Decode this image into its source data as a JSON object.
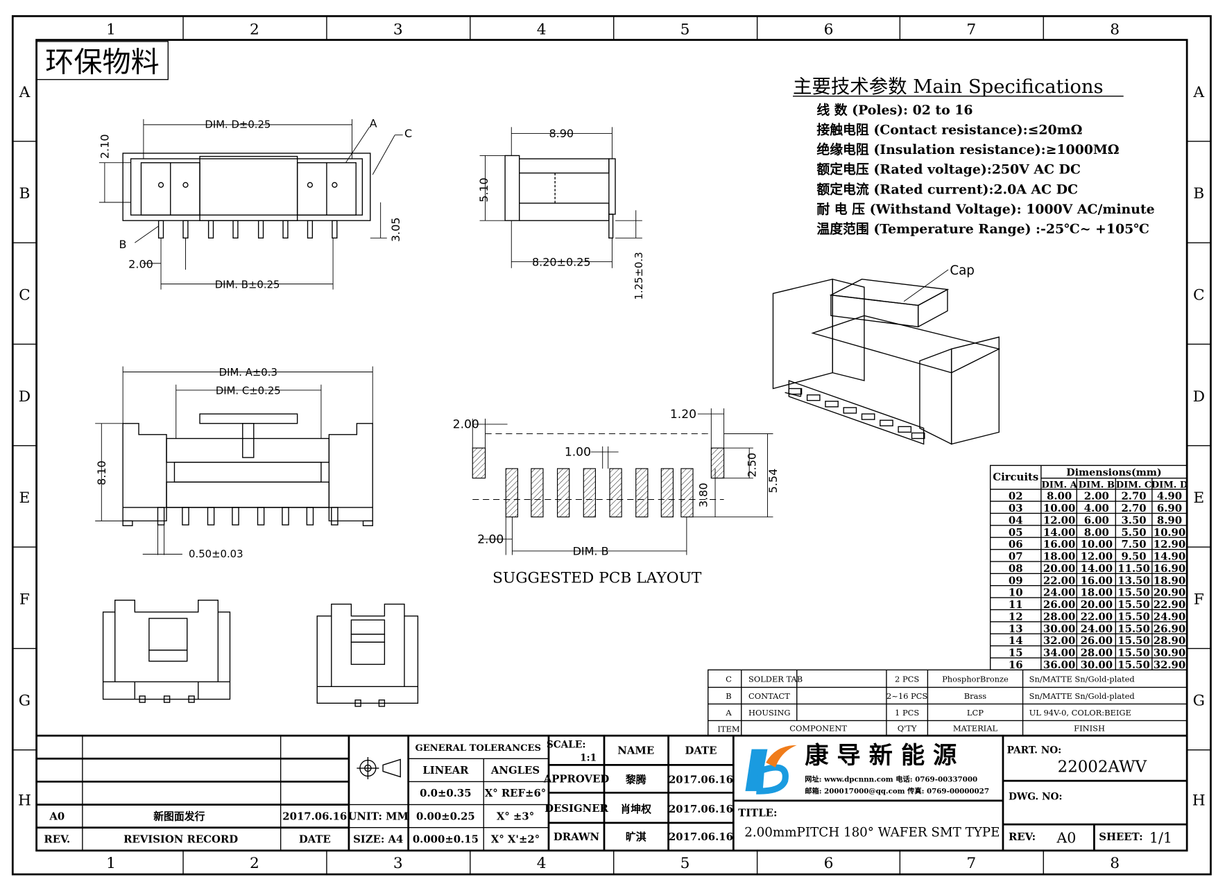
{
  "sheet": {
    "columns": [
      "1",
      "2",
      "3",
      "4",
      "5",
      "6",
      "7",
      "8"
    ],
    "rows": [
      "A",
      "B",
      "C",
      "D",
      "E",
      "F",
      "G",
      "H"
    ],
    "stamp": "环保物料"
  },
  "specs": {
    "title": "主要技术参数 Main Specifications",
    "lines": [
      "线    数 (Poles): 02 to 16",
      "接触电阻 (Contact resistance):≤20mΩ",
      "绝缘电阻 (Insulation resistance):≥1000MΩ",
      "额定电压 (Rated voltage):250V AC DC",
      "额定电流 (Rated current):2.0A AC DC",
      "耐 电 压 (Withstand Voltage): 1000V AC/minute",
      "温度范围 (Temperature Range) :-25℃~ +105℃"
    ]
  },
  "dims": {
    "top_d": "DIM. D±0.25",
    "top_a": "A",
    "top_c": "C",
    "top_210": "2.10",
    "top_305": "3.05",
    "top_b": "B",
    "top_200": "2.00",
    "top_dimb": "DIM. B±0.25",
    "side_890": "8.90",
    "side_510": "5.10",
    "side_820": "8.20±0.25",
    "side_125": "1.25±0.3",
    "cap": "Cap",
    "front_a": "DIM. A±0.3",
    "front_c": "DIM. C±0.25",
    "front_810": "8.10",
    "front_050": "0.50±0.03",
    "pcb_200a": "2.00",
    "pcb_120": "1.20",
    "pcb_100": "1.00",
    "pcb_250": "2.50",
    "pcb_554": "5.54",
    "pcb_380": "3.80",
    "pcb_200b": "2.00",
    "pcb_dimb": "DIM. B",
    "pcb_caption": "SUGGESTED PCB LAYOUT"
  },
  "dim_table": {
    "circuits_label": "Circuits",
    "group_label": "Dimensions(mm)",
    "headers": [
      "DIM. A",
      "DIM. B",
      "DIM. C",
      "DIM. D"
    ],
    "rows": [
      [
        "02",
        "8.00",
        "2.00",
        "2.70",
        "4.90"
      ],
      [
        "03",
        "10.00",
        "4.00",
        "2.70",
        "6.90"
      ],
      [
        "04",
        "12.00",
        "6.00",
        "3.50",
        "8.90"
      ],
      [
        "05",
        "14.00",
        "8.00",
        "5.50",
        "10.90"
      ],
      [
        "06",
        "16.00",
        "10.00",
        "7.50",
        "12.90"
      ],
      [
        "07",
        "18.00",
        "12.00",
        "9.50",
        "14.90"
      ],
      [
        "08",
        "20.00",
        "14.00",
        "11.50",
        "16.90"
      ],
      [
        "09",
        "22.00",
        "16.00",
        "13.50",
        "18.90"
      ],
      [
        "10",
        "24.00",
        "18.00",
        "15.50",
        "20.90"
      ],
      [
        "11",
        "26.00",
        "20.00",
        "15.50",
        "22.90"
      ],
      [
        "12",
        "28.00",
        "22.00",
        "15.50",
        "24.90"
      ],
      [
        "13",
        "30.00",
        "24.00",
        "15.50",
        "26.90"
      ],
      [
        "14",
        "32.00",
        "26.00",
        "15.50",
        "28.90"
      ],
      [
        "15",
        "34.00",
        "28.00",
        "15.50",
        "30.90"
      ],
      [
        "16",
        "36.00",
        "30.00",
        "15.50",
        "32.90"
      ]
    ]
  },
  "bom": {
    "rows": [
      [
        "C",
        "SOLDER TAB",
        "2 PCS",
        "PhosphorBronze",
        "Sn/MATTE Sn/Gold-plated"
      ],
      [
        "B",
        "CONTACT",
        "2~16 PCS",
        "Brass",
        "Sn/MATTE Sn/Gold-plated"
      ],
      [
        "A",
        "HOUSING",
        "1 PCS",
        "LCP",
        "UL 94V-0, COLOR:BEIGE"
      ]
    ],
    "headers": [
      "ITEM",
      "COMPONENT",
      "Q'TY",
      "MATERIAL",
      "FINISH"
    ]
  },
  "revision": {
    "rev": "A0",
    "record": "新图面发行",
    "date": "2017.06.16",
    "h_rev": "REV.",
    "h_record": "REVISION RECORD",
    "h_date": "DATE"
  },
  "tolerances": {
    "unit": "UNIT: MM",
    "size": "SIZE: A4",
    "title": "GENERAL TOLERANCES",
    "linear": "LINEAR",
    "angles": "ANGLES",
    "rows": [
      [
        "0.0±0.35",
        "X° REF±6°"
      ],
      [
        "0.00±0.25",
        "X° ±3°"
      ],
      [
        "0.000±0.15",
        "X° X'±2°"
      ]
    ]
  },
  "signoff": {
    "scale_label": "SCALE:",
    "scale": "1:1",
    "name": "NAME",
    "date": "DATE",
    "rows": [
      [
        "APPROVED",
        "黎腾",
        "2017.06.16"
      ],
      [
        "DESIGNER",
        "肖坤权",
        "2017.06.16"
      ],
      [
        "DRAWN",
        "旷淇",
        "2017.06.16"
      ]
    ]
  },
  "company": {
    "name": "康 导 新 能 源",
    "contact1": "网址: www.dpcnnn.com  电话: 0769-00337000",
    "contact2": "邮箱: 200017000@qq.com 传真: 0769-00000027",
    "logo_blue": "#1a9be0",
    "logo_orange": "#f07c1a"
  },
  "titleblock": {
    "title_label": "TITLE:",
    "title": "2.00mmPITCH 180° WAFER SMT TYPE",
    "part_label": "PART. NO:",
    "part": "22002AWV",
    "dwg_label": "DWG. NO:",
    "rev_label": "REV:",
    "rev": "A0",
    "sheet_label": "SHEET:",
    "sheet": "1/1"
  }
}
